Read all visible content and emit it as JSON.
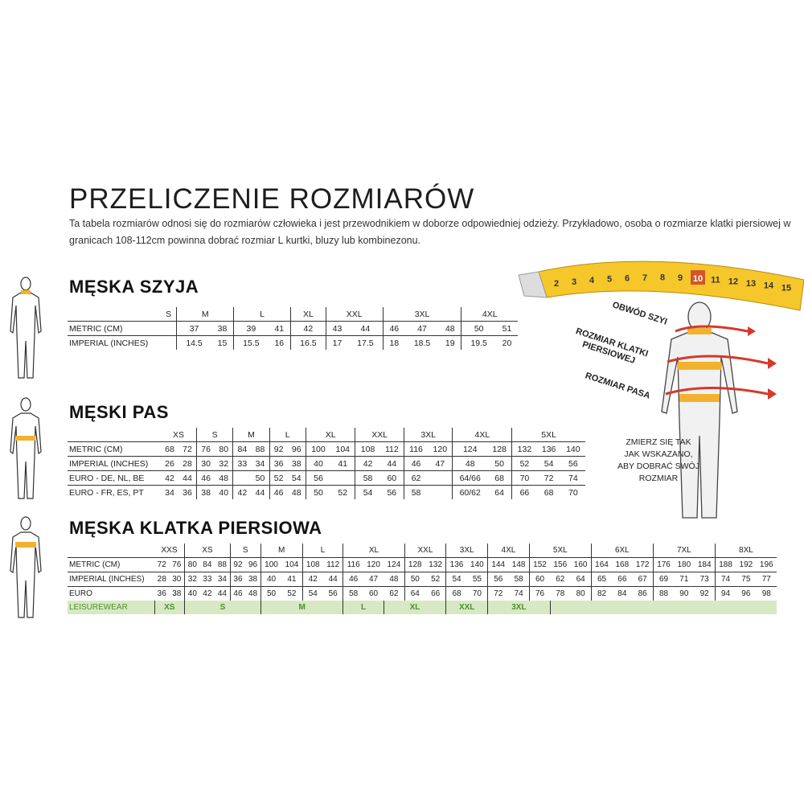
{
  "title": "PRZELICZENIE ROZMIARÓW",
  "intro": "Ta tabela rozmiarów odnosi się do rozmiarów człowieka i jest przewodnikiem w doborze odpowiedniej odzieży. Przykładowo, osoba o rozmiarze klatki piersiowej w granicach 108-112cm powinna dobrać rozmiar L kurtki, bluzy lub kombinezonu.",
  "colors": {
    "accent": "#f2b230",
    "tape": "#f5c72a",
    "tape_marker": "#d2552a",
    "arrow": "#d33a2c",
    "leisure_bg": "#d7e9c3",
    "leisure_text": "#4c8f2f"
  },
  "icons": [
    "body-outline-icon",
    "measuring-tape-icon",
    "circular-arrow-icon"
  ],
  "tape": {
    "numbers": [
      "2",
      "3",
      "4",
      "5",
      "6",
      "7",
      "8",
      "9",
      "10",
      "11",
      "12",
      "13",
      "14",
      "15"
    ],
    "highlight": "10"
  },
  "labels": {
    "neck": "OBWÓD SZYI",
    "chest_line1": "ROZMIAR KLATKI",
    "chest_line2": "PIERSIOWEJ",
    "waist": "ROZMIAR PASA",
    "note": [
      "ZMIERZ SIĘ TAK",
      "JAK WSKAZANO,",
      "ABY DOBRAĆ SWÓJ",
      "ROZMIAR"
    ]
  },
  "neck": {
    "title": "MĘSKA SZYJA",
    "sizes": [
      "S",
      "M",
      "L",
      "XL",
      "XXL",
      "3XL",
      "4XL"
    ],
    "rows": [
      {
        "label": "METRIC (CM)",
        "values": [
          "",
          "37",
          "38",
          "39",
          "41",
          "42",
          "43",
          "44",
          "46",
          "47",
          "48",
          "50",
          "51"
        ]
      },
      {
        "label": "IMPERIAL (INCHES)",
        "values": [
          "",
          "14.5",
          "15",
          "15.5",
          "16",
          "16.5",
          "17",
          "17.5",
          "18",
          "18.5",
          "19",
          "19.5",
          "20"
        ]
      }
    ]
  },
  "waist": {
    "title": "MĘSKI PAS",
    "sizes": [
      "XS",
      "S",
      "M",
      "L",
      "XL",
      "XXL",
      "3XL",
      "4XL",
      "5XL"
    ],
    "rows": [
      {
        "label": "METRIC (CM)",
        "values": [
          "68",
          "72",
          "76",
          "80",
          "84",
          "88",
          "92",
          "96",
          "100",
          "104",
          "108",
          "112",
          "116",
          "120",
          "124",
          "128",
          "132",
          "136",
          "140"
        ]
      },
      {
        "label": "IMPERIAL (INCHES)",
        "values": [
          "26",
          "28",
          "30",
          "32",
          "33",
          "34",
          "36",
          "38",
          "40",
          "41",
          "42",
          "44",
          "46",
          "47",
          "48",
          "50",
          "52",
          "54",
          "56"
        ]
      },
      {
        "label": "EURO - DE, NL, BE",
        "values": [
          "42",
          "44",
          "46",
          "48",
          "",
          "50",
          "52",
          "54",
          "56",
          "",
          "58",
          "60",
          "62",
          "",
          "64/66",
          "68",
          "70",
          "72",
          "74"
        ]
      },
      {
        "label": "EURO - FR, ES, PT",
        "values": [
          "34",
          "36",
          "38",
          "40",
          "42",
          "44",
          "46",
          "48",
          "50",
          "52",
          "54",
          "56",
          "58",
          "",
          "60/62",
          "64",
          "66",
          "68",
          "70"
        ]
      }
    ]
  },
  "chest": {
    "title": "MĘSKA KLATKA PIERSIOWA",
    "sizes": [
      "XXS",
      "XS",
      "S",
      "M",
      "L",
      "XL",
      "XXL",
      "3XL",
      "4XL",
      "5XL",
      "6XL",
      "7XL",
      "8XL"
    ],
    "rows": [
      {
        "label": "METRIC (CM)",
        "values": [
          "72",
          "76",
          "80",
          "84",
          "88",
          "92",
          "96",
          "100",
          "104",
          "108",
          "112",
          "116",
          "120",
          "124",
          "128",
          "132",
          "136",
          "140",
          "144",
          "148",
          "152",
          "156",
          "160",
          "164",
          "168",
          "172",
          "176",
          "180",
          "184",
          "188",
          "192",
          "196"
        ]
      },
      {
        "label": "IMPERIAL (INCHES)",
        "values": [
          "28",
          "30",
          "32",
          "33",
          "34",
          "36",
          "38",
          "40",
          "41",
          "42",
          "44",
          "46",
          "47",
          "48",
          "50",
          "52",
          "54",
          "55",
          "56",
          "58",
          "60",
          "62",
          "64",
          "65",
          "66",
          "67",
          "69",
          "71",
          "73",
          "74",
          "75",
          "77"
        ]
      },
      {
        "label": "EURO",
        "values": [
          "36",
          "38",
          "40",
          "42",
          "44",
          "46",
          "48",
          "50",
          "52",
          "54",
          "56",
          "58",
          "60",
          "62",
          "64",
          "66",
          "68",
          "70",
          "72",
          "74",
          "76",
          "78",
          "80",
          "82",
          "84",
          "86",
          "88",
          "90",
          "92",
          "94",
          "96",
          "98"
        ]
      }
    ],
    "leisurewear": {
      "label": "LEISUREWEAR",
      "sizes": [
        "XS",
        "S",
        "M",
        "L",
        "XL",
        "XXL",
        "3XL"
      ]
    }
  }
}
